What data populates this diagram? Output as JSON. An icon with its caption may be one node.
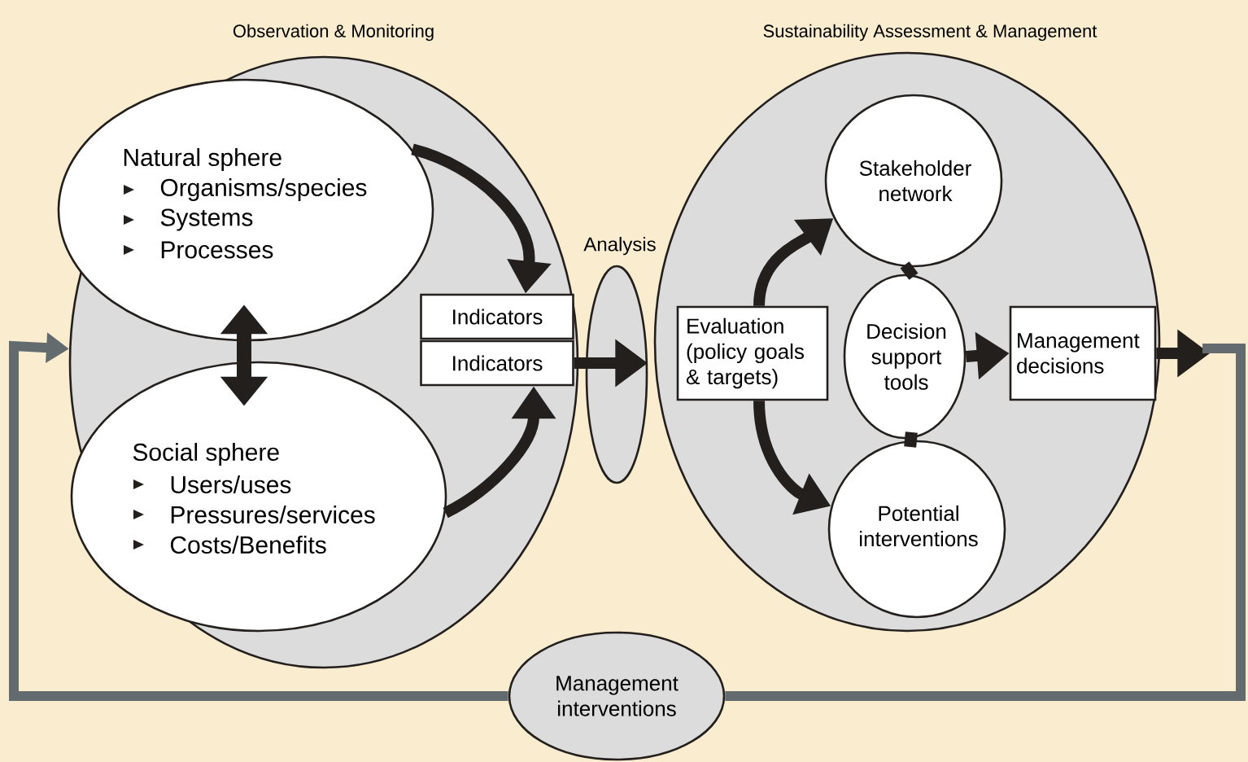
{
  "diagram": {
    "nodes": [
      {
        "text": [
          "Observation & Monitoring"
        ]
      },
      {
        "text": [
          "Natural sphere",
          "Organisms/species",
          "Systems",
          "Processes"
        ],
        "in": 0
      },
      {
        "text": [
          "Social sphere",
          "Users/uses",
          "Pressures/services",
          "Costs/Benefits"
        ],
        "in": 0
      },
      {
        "text": [
          "Indicators"
        ],
        "in": 0
      },
      {
        "text": [
          "Indicators"
        ],
        "in": 0
      },
      {
        "text": [
          "Analysis"
        ]
      },
      {
        "text": [
          "Sustainability Assessment & Management"
        ]
      },
      {
        "text": [
          "Evaluation",
          "(policy goals & targets)"
        ],
        "in": 6
      },
      {
        "text": [
          "Stakeholder network"
        ],
        "in": 6
      },
      {
        "text": [
          "Decision support tools"
        ],
        "in": 6
      },
      {
        "text": [
          "Potential interventions"
        ],
        "in": 6
      },
      {
        "text": [
          "Management decisions"
        ],
        "in": 6
      },
      {
        "text": [
          "Management interventions"
        ]
      }
    ],
    "edges": [
      {
        "from": 1,
        "to": 3,
        "arrow": "to"
      },
      {
        "from": 2,
        "to": 4,
        "arrow": "to"
      },
      {
        "from": 1,
        "to": 2,
        "arrow": "both"
      },
      {
        "from": 4,
        "to": 5,
        "arrow": "to"
      },
      {
        "from": 7,
        "to": 8,
        "arrow": "to"
      },
      {
        "from": 7,
        "to": 10,
        "arrow": "to"
      },
      {
        "from": 8,
        "to": 9,
        "arrow": "none"
      },
      {
        "from": 9,
        "to": 10,
        "arrow": "none"
      },
      {
        "from": 9,
        "to": 11,
        "arrow": "to"
      },
      {
        "from": 11,
        "to": null,
        "arrow": "to"
      },
      {
        "from": null,
        "to": 12,
        "arrow": "none",
        "color": "#646b6f"
      },
      {
        "from": 12,
        "to": 0,
        "arrow": "to",
        "color": "#646b6f"
      }
    ]
  }
}
